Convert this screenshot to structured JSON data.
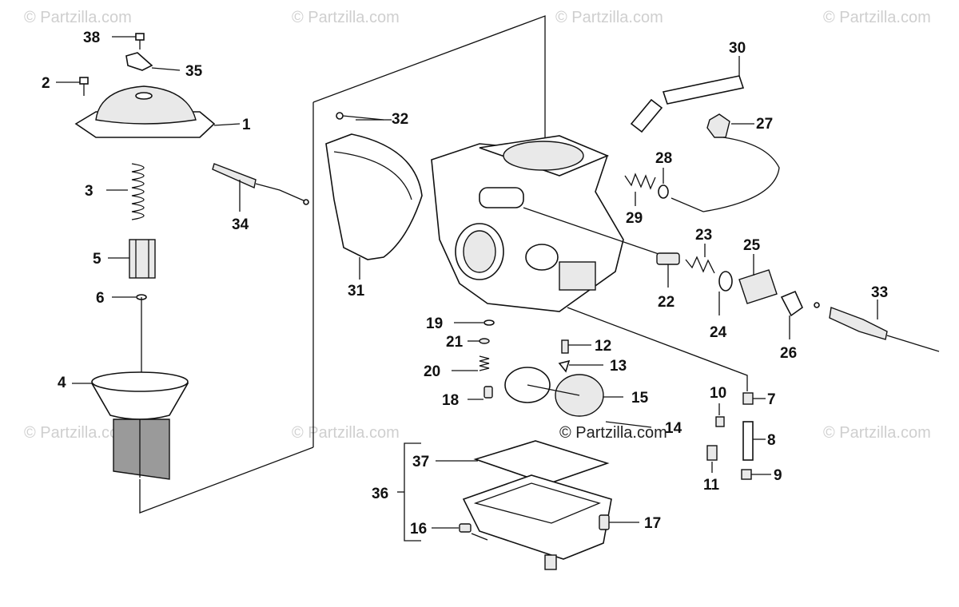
{
  "watermarks": {
    "top": [
      "© Partzilla.com",
      "© Partzilla.com",
      "© Partzilla.com",
      "© Partzilla.com"
    ],
    "middle": [
      "© Partzilla.com",
      "© Partzilla.com",
      "© Partzilla.com"
    ],
    "center": "© Partzilla.com"
  },
  "callouts": {
    "p1": "1",
    "p2": "2",
    "p3": "3",
    "p4": "4",
    "p5": "5",
    "p6": "6",
    "p7": "7",
    "p8": "8",
    "p9": "9",
    "p10": "10",
    "p11": "11",
    "p12": "12",
    "p13": "13",
    "p14": "14",
    "p15": "15",
    "p16": "16",
    "p17": "17",
    "p18": "18",
    "p19": "19",
    "p20": "20",
    "p21": "21",
    "p22": "22",
    "p23": "23",
    "p24": "24",
    "p25": "25",
    "p26": "26",
    "p27": "27",
    "p28": "28",
    "p29": "29",
    "p30": "30",
    "p31": "31",
    "p32": "32",
    "p33": "33",
    "p34": "34",
    "p35": "35",
    "p36": "36",
    "p37": "37",
    "p38": "38"
  }
}
